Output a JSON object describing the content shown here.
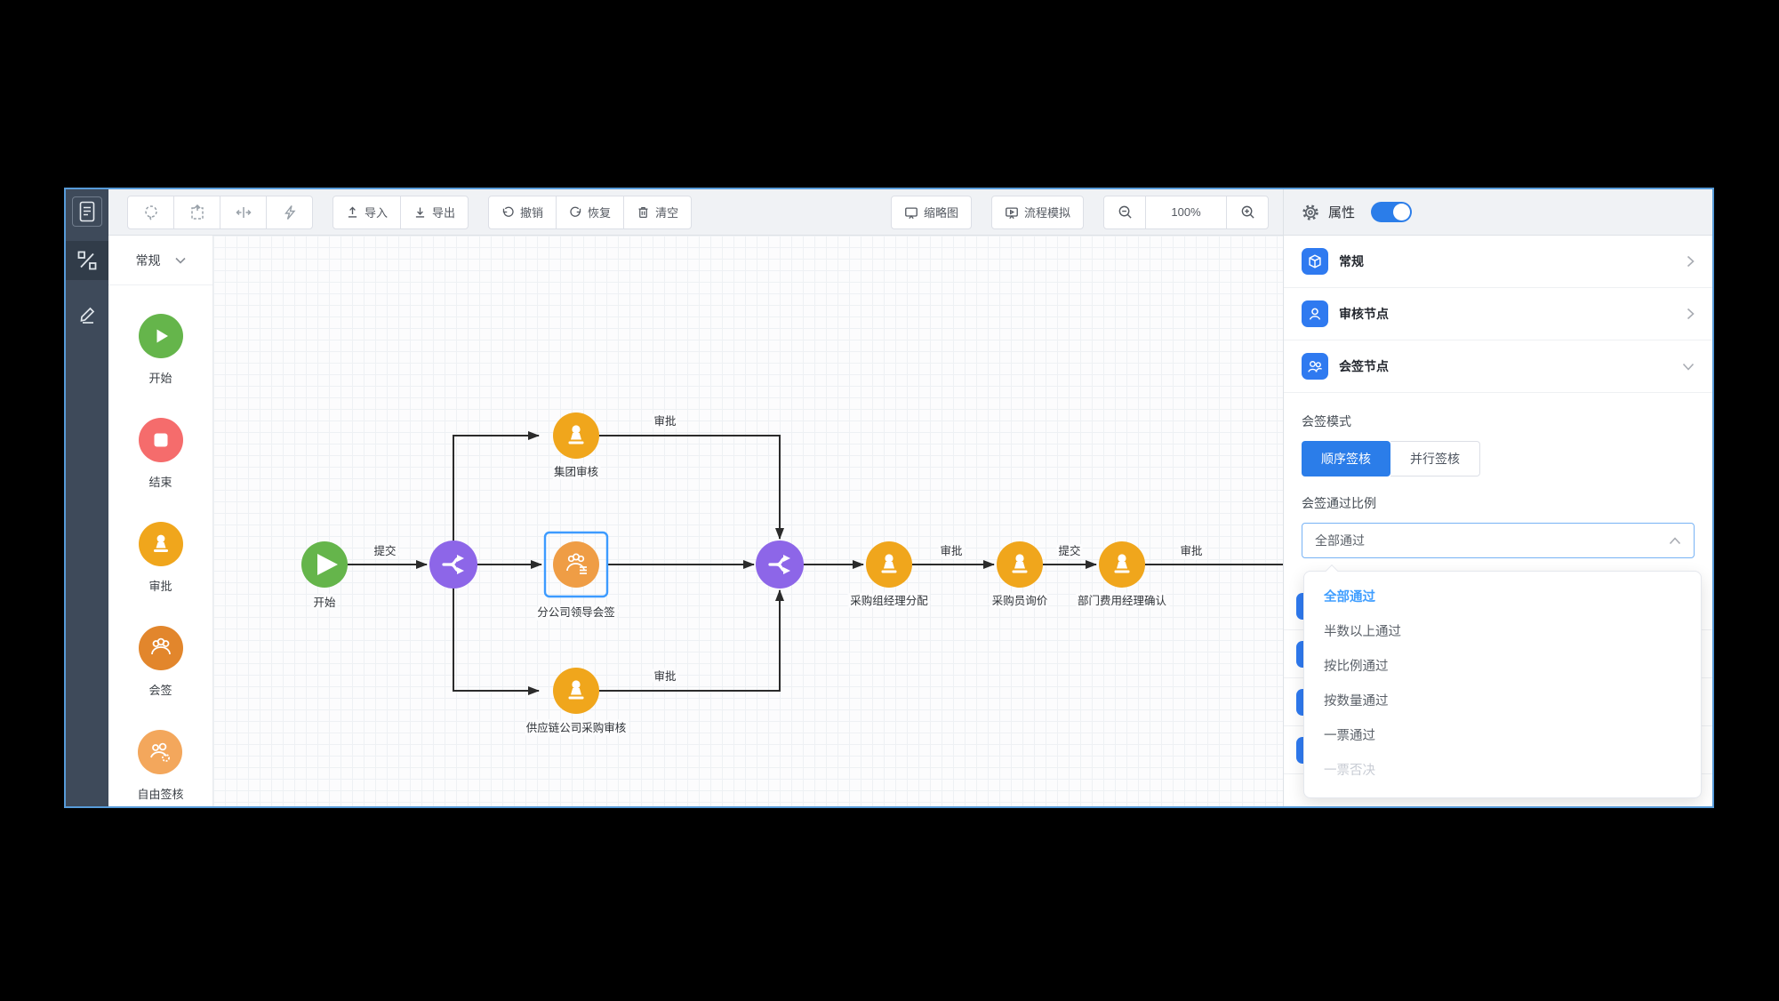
{
  "rail": {
    "icons": [
      "document-icon",
      "flow-design-icon",
      "pencil-icon"
    ],
    "active": "flow-design-icon"
  },
  "toolbar": {
    "icon_buttons": [
      "lasso-icon",
      "marquee-select-icon",
      "fit-width-icon",
      "bolt-icon"
    ],
    "import_label": "导入",
    "export_label": "导出",
    "undo_label": "撤销",
    "redo_label": "恢复",
    "clear_label": "清空",
    "minimap_label": "缩略图",
    "simulate_label": "流程模拟",
    "zoom_level": "100%"
  },
  "palette": {
    "header": "常规",
    "items": [
      {
        "label": "开始",
        "type": "start",
        "color": "#65b54b"
      },
      {
        "label": "结束",
        "type": "end",
        "color": "#f56c6c"
      },
      {
        "label": "审批",
        "type": "approval",
        "color": "#f0a61c"
      },
      {
        "label": "会签",
        "type": "countersign",
        "color": "#e2862c"
      },
      {
        "label": "自由签核",
        "type": "free-sign",
        "color": "#f3a75c"
      }
    ]
  },
  "canvas": {
    "nodes": [
      {
        "id": "start",
        "label": "开始",
        "type": "start"
      },
      {
        "id": "gateway-1",
        "type": "gateway"
      },
      {
        "id": "group-review",
        "label": "集团审核",
        "type": "approval"
      },
      {
        "id": "branch-countersign",
        "label": "分公司领导会签",
        "type": "countersign",
        "selected": true
      },
      {
        "id": "supply-review",
        "label": "供应链公司采购审核",
        "type": "approval"
      },
      {
        "id": "gateway-2",
        "type": "gateway"
      },
      {
        "id": "assign",
        "label": "采购组经理分配",
        "type": "approval"
      },
      {
        "id": "inquiry",
        "label": "采购员询价",
        "type": "approval"
      },
      {
        "id": "confirm",
        "label": "部门费用经理确认",
        "type": "approval"
      }
    ],
    "edges": [
      {
        "from": "start",
        "to": "gateway-1",
        "label": "提交"
      },
      {
        "from": "gateway-1",
        "to": "group-review"
      },
      {
        "from": "gateway-1",
        "to": "branch-countersign"
      },
      {
        "from": "gateway-1",
        "to": "supply-review"
      },
      {
        "from": "group-review",
        "to": "gateway-2",
        "label": "审批"
      },
      {
        "from": "branch-countersign",
        "to": "gateway-2"
      },
      {
        "from": "supply-review",
        "to": "gateway-2",
        "label": "审批"
      },
      {
        "from": "gateway-2",
        "to": "assign"
      },
      {
        "from": "assign",
        "to": "inquiry",
        "label": "审批"
      },
      {
        "from": "inquiry",
        "to": "confirm",
        "label": "提交"
      },
      {
        "from": "confirm",
        "to": "offscreen-right",
        "label": "审批"
      }
    ]
  },
  "panel": {
    "title": "属性",
    "toggle_on": true,
    "sections": [
      {
        "label": "常规",
        "icon": "cube-icon",
        "state": "collapsed"
      },
      {
        "label": "审核节点",
        "icon": "user-icon",
        "state": "collapsed"
      },
      {
        "label": "会签节点",
        "icon": "users-icon",
        "state": "expanded"
      }
    ],
    "hidden_section_rows": 4,
    "countersign": {
      "mode_label": "会签模式",
      "modes": [
        {
          "label": "顺序签核",
          "active": true
        },
        {
          "label": "并行签核",
          "active": false
        }
      ],
      "ratio_label": "会签通过比例",
      "ratio_value": "全部通过",
      "options": [
        {
          "label": "全部通过",
          "selected": true
        },
        {
          "label": "半数以上通过"
        },
        {
          "label": "按比例通过"
        },
        {
          "label": "按数量通过"
        },
        {
          "label": "一票通过"
        },
        {
          "label": "一票否决",
          "disabled": true
        }
      ]
    }
  },
  "colors": {
    "accent_blue": "#2b7de9",
    "section_icon_blue": "#2f7af0",
    "selection_outline": "#3d9bff",
    "gateway_purple": "#8d66e8",
    "edge_black": "#2b2b2b",
    "window_border": "#579bd9"
  }
}
